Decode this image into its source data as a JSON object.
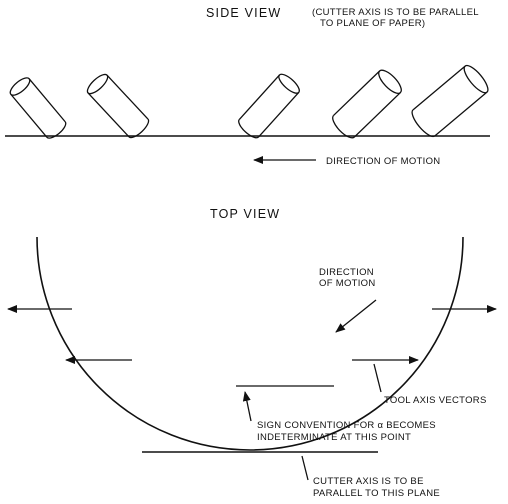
{
  "side_view": {
    "title": "SIDE VIEW",
    "note_line1": "(CUTTER AXIS IS TO BE PARALLEL",
    "note_line2": "TO PLANE OF PAPER)",
    "motion_label": "DIRECTION OF MOTION"
  },
  "top_view": {
    "title": "TOP VIEW",
    "motion_label_line1": "DIRECTION",
    "motion_label_line2": "OF MOTION",
    "tool_axis_label": "TOOL AXIS VECTORS",
    "sign_line1": "SIGN CONVENTION FOR α BECOMES",
    "sign_line2": "INDETERMINATE AT THIS POINT",
    "plane_line1": "CUTTER AXIS IS TO BE",
    "plane_line2": "PARALLEL TO THIS PLANE"
  },
  "colors": {
    "ink": "#111111",
    "paper": "#ffffff"
  }
}
